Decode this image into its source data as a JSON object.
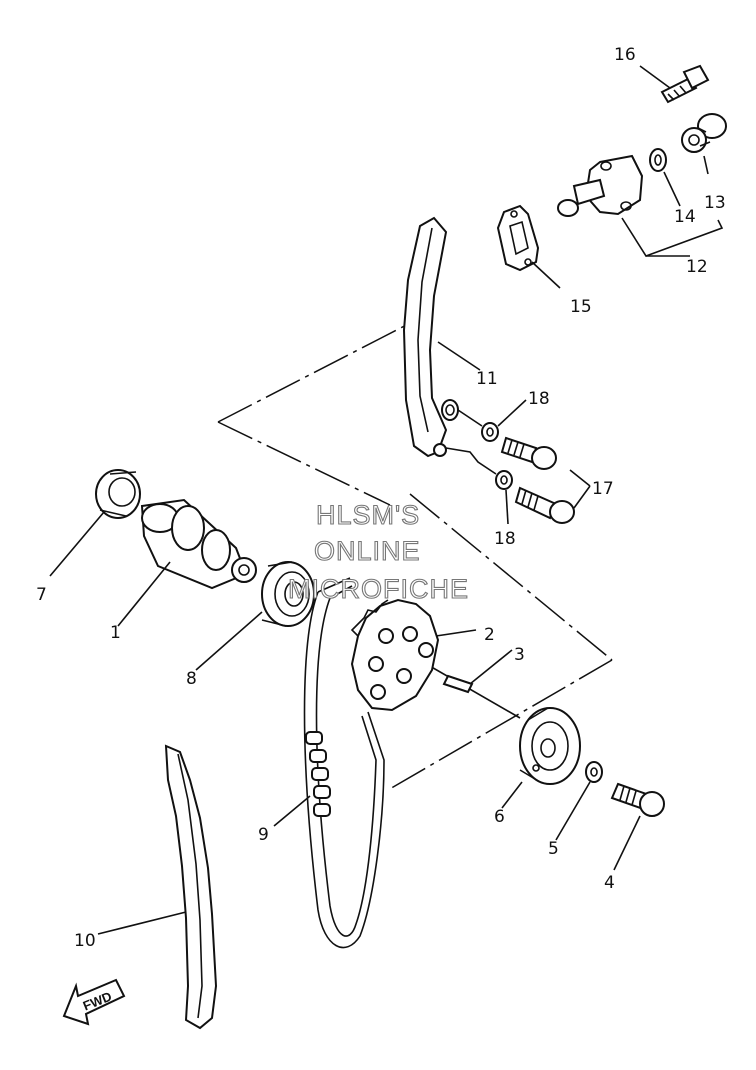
{
  "callouts": [
    {
      "id": "p1",
      "label": "1"
    },
    {
      "id": "p2",
      "label": "2"
    },
    {
      "id": "p3",
      "label": "3"
    },
    {
      "id": "p4",
      "label": "4"
    },
    {
      "id": "p5",
      "label": "5"
    },
    {
      "id": "p6",
      "label": "6"
    },
    {
      "id": "p7",
      "label": "7"
    },
    {
      "id": "p8",
      "label": "8"
    },
    {
      "id": "p9",
      "label": "9"
    },
    {
      "id": "p10",
      "label": "10"
    },
    {
      "id": "p11",
      "label": "11"
    },
    {
      "id": "p12",
      "label": "12"
    },
    {
      "id": "p13",
      "label": "13"
    },
    {
      "id": "p14",
      "label": "14"
    },
    {
      "id": "p15",
      "label": "15"
    },
    {
      "id": "p16",
      "label": "16"
    },
    {
      "id": "p17",
      "label": "17"
    },
    {
      "id": "p18a",
      "label": "18"
    },
    {
      "id": "p18b",
      "label": "18"
    }
  ],
  "watermark": {
    "line1": "HLSM'S",
    "line2": "ONLINE",
    "line3": "MICROFICHE"
  },
  "direction_arrow": {
    "label": "FWD"
  }
}
